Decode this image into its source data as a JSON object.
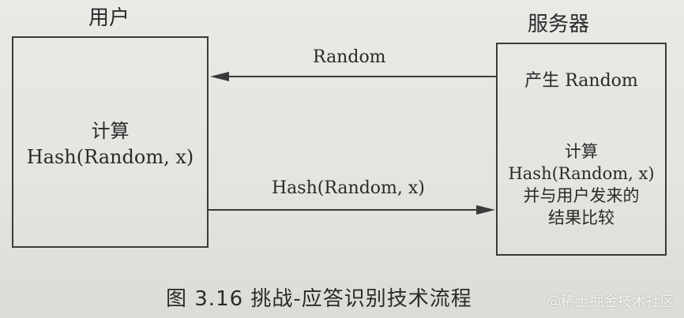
{
  "diagram": {
    "user_title": "用户",
    "server_title": "服务器",
    "user_box": {
      "line1": "计算",
      "line2": "Hash(Random, x)"
    },
    "server_box": {
      "generate": "产生 Random",
      "line1": "计算",
      "line2": "Hash(Random, x)",
      "line3": "并与用户发来的",
      "line4": "结果比较"
    },
    "arrow_to_user_label": "Random",
    "arrow_to_server_label": "Hash(Random, x)",
    "caption": "图 3.16   挑战-应答识别技术流程",
    "watermark": "@稀土掘金技术社区"
  },
  "colors": {
    "line": "#3a3a3a",
    "text": "#2a2a2a",
    "paper": "#e6e6e3"
  }
}
